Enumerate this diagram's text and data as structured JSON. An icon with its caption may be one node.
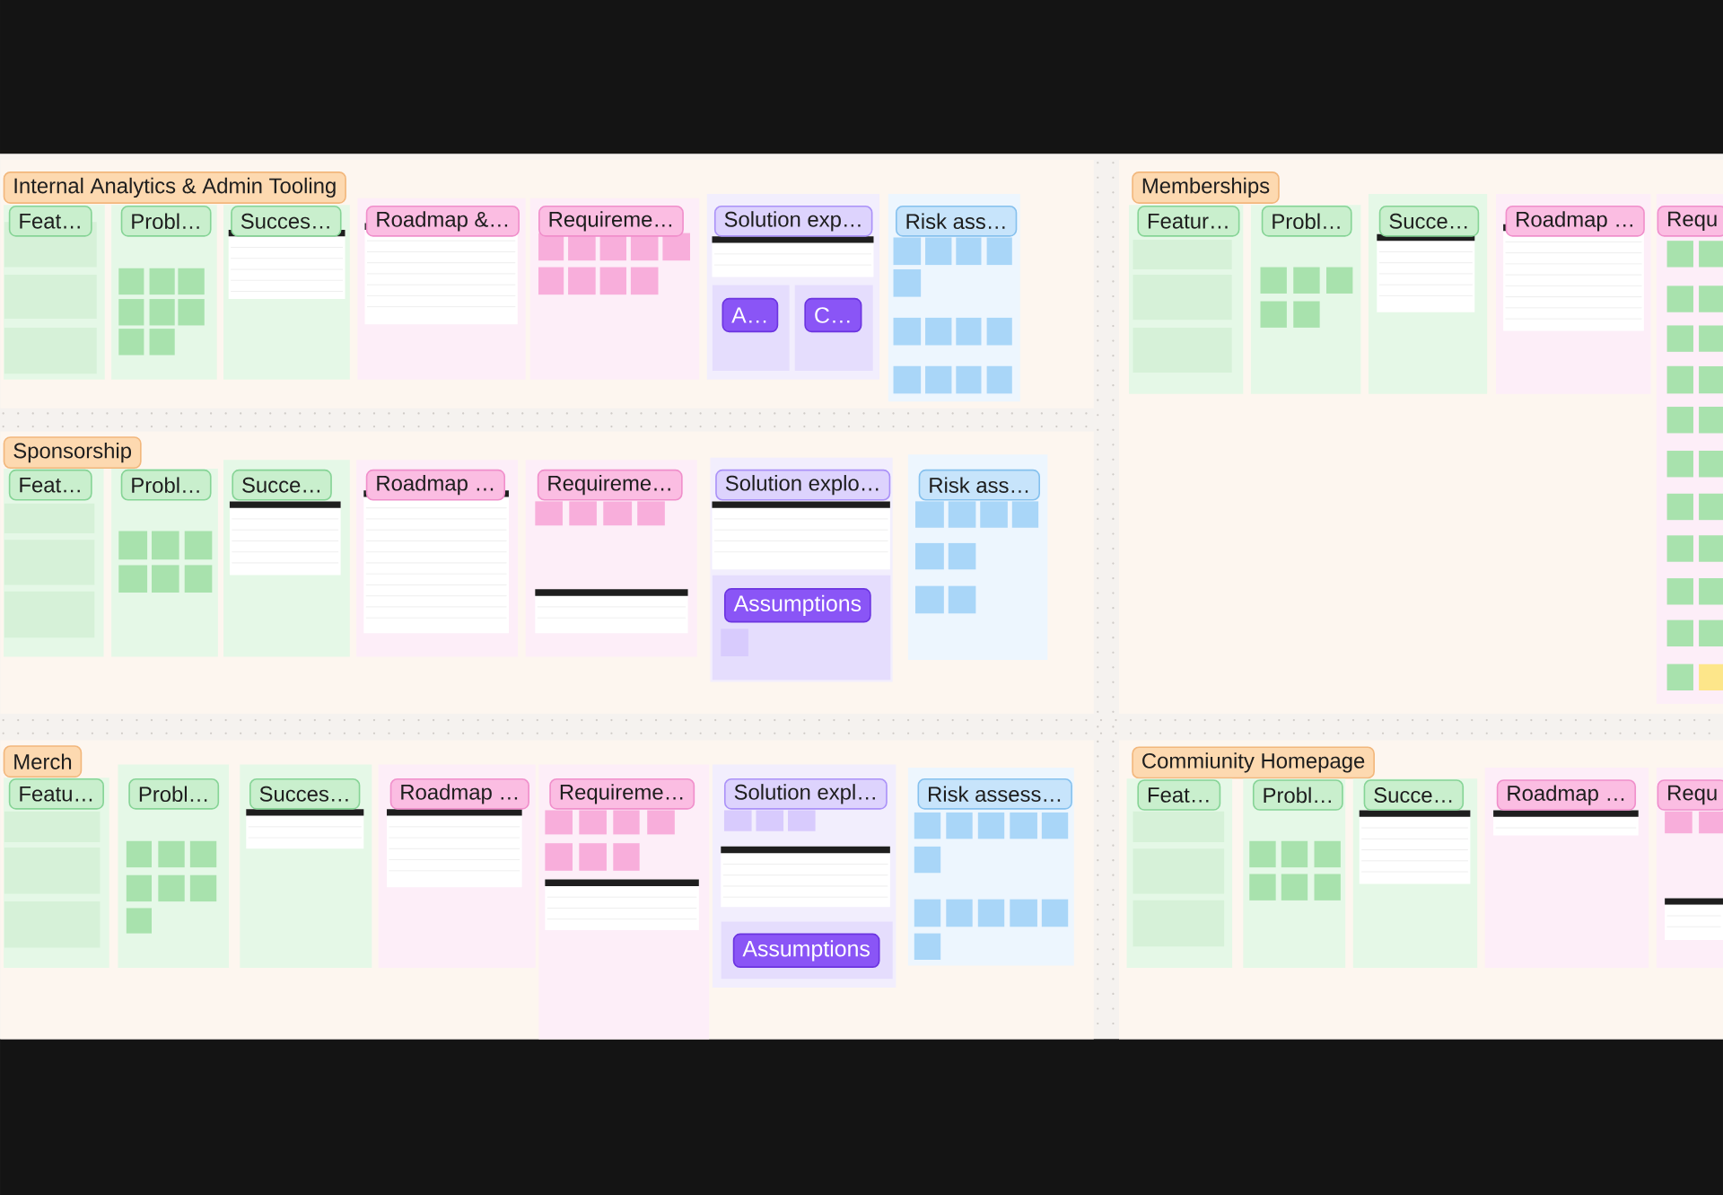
{
  "diagram": {
    "nodes": [
      {
        "text": [
          "Internal Analytics & Admin Tooling"
        ]
      },
      {
        "text": [
          "Feat…"
        ],
        "in": 0
      },
      {
        "text": [
          "Probl…"
        ],
        "in": 0
      },
      {
        "text": [
          "Succes…"
        ],
        "in": 0
      },
      {
        "text": [
          "Roadmap &…"
        ],
        "in": 0
      },
      {
        "text": [
          "Requireme…"
        ],
        "in": 0
      },
      {
        "text": [
          "Solution exp…"
        ],
        "in": 0
      },
      {
        "text": [
          "A…"
        ],
        "in": 6
      },
      {
        "text": [
          "C…"
        ],
        "in": 6
      },
      {
        "text": [
          "Risk ass…"
        ],
        "in": 0
      },
      {
        "text": [
          "Memberships"
        ]
      },
      {
        "text": [
          "Featur…"
        ],
        "in": 10
      },
      {
        "text": [
          "Probl…"
        ],
        "in": 10
      },
      {
        "text": [
          "Succe…"
        ],
        "in": 10
      },
      {
        "text": [
          "Roadmap …"
        ],
        "in": 10
      },
      {
        "text": [
          "Requ"
        ],
        "in": 10
      },
      {
        "text": [
          "Sponsorship"
        ]
      },
      {
        "text": [
          "Feat…"
        ],
        "in": 16
      },
      {
        "text": [
          "Probl…"
        ],
        "in": 16
      },
      {
        "text": [
          "Succe…"
        ],
        "in": 16
      },
      {
        "text": [
          "Roadmap …"
        ],
        "in": 16
      },
      {
        "text": [
          "Requireme…"
        ],
        "in": 16
      },
      {
        "text": [
          "Solution explo…"
        ],
        "in": 16
      },
      {
        "text": [
          "Assumptions"
        ],
        "in": 22
      },
      {
        "text": [
          "Risk ass…"
        ],
        "in": 16
      },
      {
        "text": [
          "Merch"
        ]
      },
      {
        "text": [
          "Featu…"
        ],
        "in": 25
      },
      {
        "text": [
          "Probl…"
        ],
        "in": 25
      },
      {
        "text": [
          "Succes…"
        ],
        "in": 25
      },
      {
        "text": [
          "Roadmap …"
        ],
        "in": 25
      },
      {
        "text": [
          "Requireme…"
        ],
        "in": 25
      },
      {
        "text": [
          "Solution expl…"
        ],
        "in": 25
      },
      {
        "text": [
          "Assumptions"
        ],
        "in": 31
      },
      {
        "text": [
          "Risk assess…"
        ],
        "in": 25
      },
      {
        "text": [
          "Commiunity Homepage"
        ]
      },
      {
        "text": [
          "Feat…"
        ],
        "in": 34
      },
      {
        "text": [
          "Probl…"
        ],
        "in": 34
      },
      {
        "text": [
          "Succe…"
        ],
        "in": 34
      },
      {
        "text": [
          "Roadmap …"
        ],
        "in": 34
      },
      {
        "text": [
          "Requ"
        ],
        "in": 34
      }
    ]
  }
}
